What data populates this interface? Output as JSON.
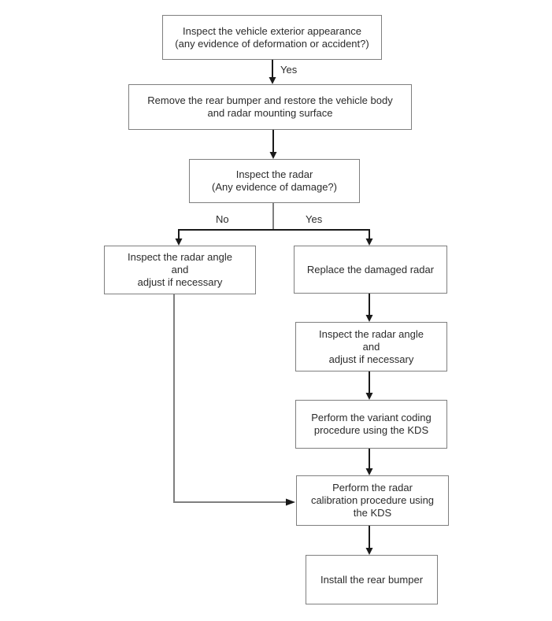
{
  "flowchart": {
    "colors": {
      "background": "#ffffff",
      "box_fill": "#ffffff",
      "box_border": "#7f7f7f",
      "connector_primary": "#1a1a1a",
      "connector_secondary": "#7f7f7f",
      "text": "#2b2b2b"
    },
    "nodes": [
      {
        "id": "inspect-exterior",
        "lines": [
          "Inspect the vehicle exterior appearance",
          "(any evidence of deformation or accident?)"
        ]
      },
      {
        "id": "remove-rear-bumper",
        "lines": [
          "Remove the rear bumper and restore the vehicle body",
          "and radar mounting surface"
        ]
      },
      {
        "id": "inspect-radar",
        "lines": [
          "Inspect the radar",
          "(Any evidence of damage?)"
        ]
      },
      {
        "id": "inspect-radar-angle-left",
        "lines": [
          "Inspect the radar angle",
          "and",
          "adjust if necessary"
        ]
      },
      {
        "id": "replace-damaged-radar",
        "lines": [
          "Replace the damaged radar"
        ]
      },
      {
        "id": "inspect-radar-angle-right",
        "lines": [
          "Inspect the radar angle",
          "and",
          "adjust if necessary"
        ]
      },
      {
        "id": "variant-coding",
        "lines": [
          "Perform the variant coding",
          "procedure using the KDS"
        ]
      },
      {
        "id": "radar-calibration",
        "lines": [
          "Perform the radar",
          "calibration procedure using",
          "the KDS"
        ]
      },
      {
        "id": "install-rear-bumper",
        "lines": [
          "Install the rear bumper"
        ]
      }
    ],
    "edge_labels": [
      {
        "id": "yes-top",
        "text": "Yes"
      },
      {
        "id": "no-branch",
        "text": "No"
      },
      {
        "id": "yes-branch",
        "text": "Yes"
      }
    ]
  }
}
